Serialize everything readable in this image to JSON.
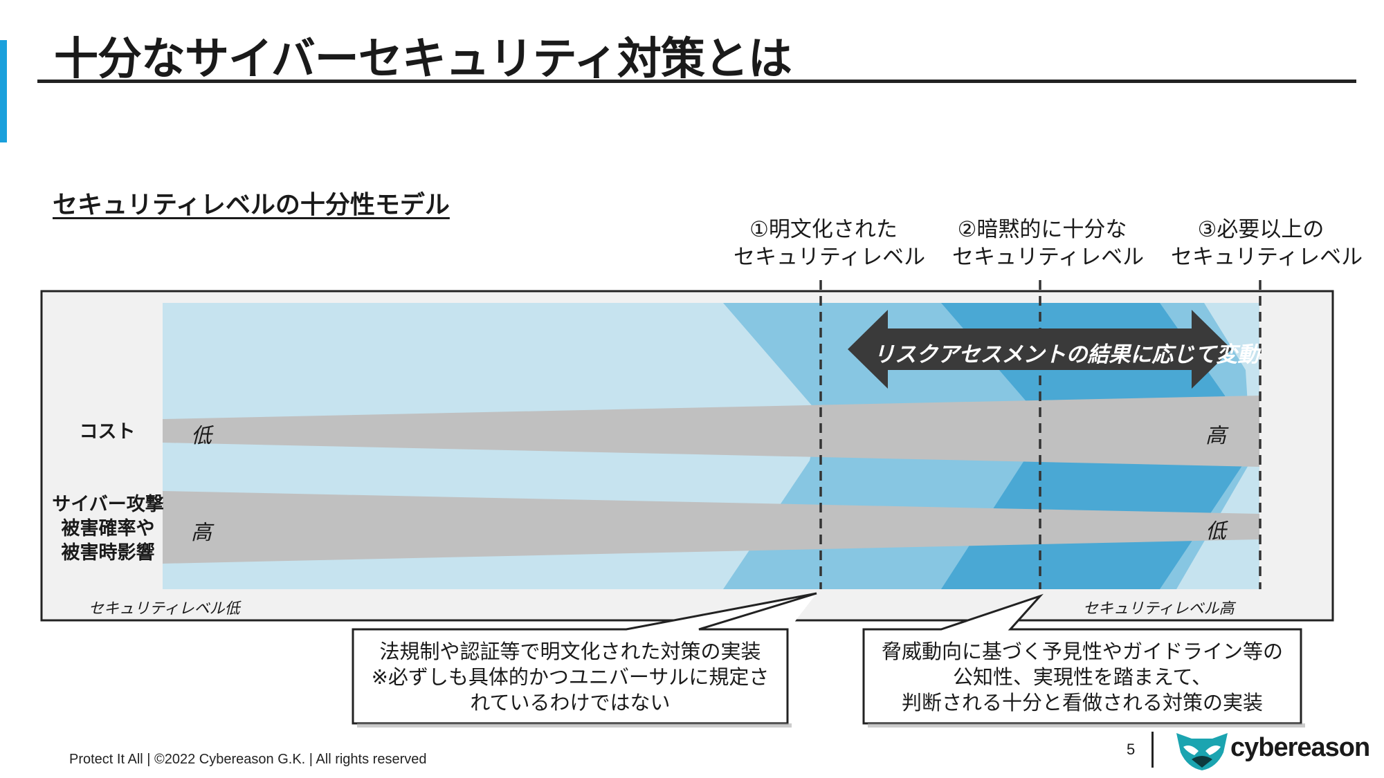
{
  "page": {
    "title": "十分なサイバーセキュリティ対策とは",
    "subtitle": "セキュリティレベルの十分性モデル"
  },
  "levels": [
    {
      "line1": "①明文化された",
      "line2": "セキュリティレベル"
    },
    {
      "line1": "②暗黙的に十分な",
      "line2": "セキュリティレベル"
    },
    {
      "line1": "③必要以上の",
      "line2": "セキュリティレベル"
    }
  ],
  "arrow_text": "リスクアセスメントの結果に応じて変動",
  "rows": {
    "cost": {
      "label": "コスト",
      "left": "低",
      "right": "高"
    },
    "risk": {
      "line1": "サイバー攻撃",
      "line2": "被害確率や",
      "line3": "被害時影響",
      "left": "高",
      "right": "低"
    }
  },
  "axis": {
    "low": "セキュリティレベル低",
    "high": "セキュリティレベル高"
  },
  "callouts": [
    {
      "line1": "法規制や認証等で明文化された対策の実装",
      "line2": "※必ずしも具体的かつユニバーサルに規定さ",
      "line3": "れているわけではない"
    },
    {
      "line1": "脅威動向に基づく予見性やガイドライン等の",
      "line2": "公知性、実現性を踏まえて、",
      "line3": "判断される十分と看做される対策の実装"
    }
  ],
  "footer": {
    "copyright": "Protect It All | ©2022 Cybereason G.K. | All rights reserved",
    "page_number": "5",
    "brand": "cybereason",
    "logo_icon": "owl-logo-icon"
  },
  "colors": {
    "accent": "#1aa0dc",
    "zone_light": "#c6e3ef",
    "zone_mid": "#87c6e2",
    "zone_dark": "#4aa8d4",
    "band": "#c0c0c0",
    "arrow": "#3a3a3a"
  }
}
